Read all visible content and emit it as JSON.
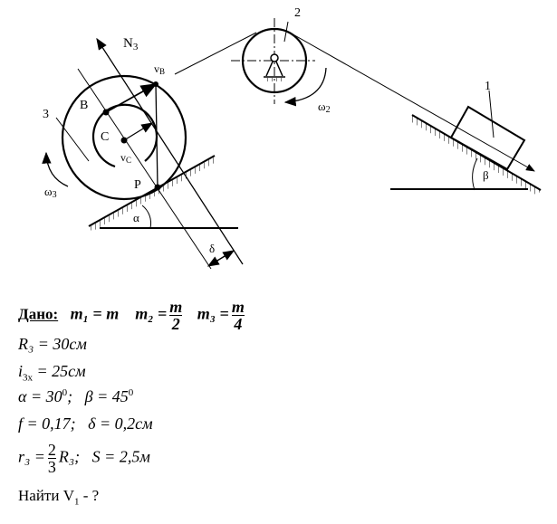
{
  "diagram": {
    "labels": {
      "N3": "N",
      "N3_sub": "3",
      "vB": "v",
      "vB_sub": "B",
      "B": "B",
      "C": "C",
      "vC": "v",
      "vC_sub": "C",
      "P": "P",
      "body3": "3",
      "omega3": "ω",
      "omega3_sub": "3",
      "alpha": "α",
      "delta": "δ",
      "body2": "2",
      "omega2": "ω",
      "omega2_sub": "2",
      "body1": "1",
      "beta": "β"
    }
  },
  "given": {
    "heading": "Дано:",
    "m1": "m₁ = m",
    "m2_lhs": "m₂ =",
    "m2_num": "m",
    "m2_den": "2",
    "m3_lhs": "m₃ =",
    "m3_num": "m",
    "m3_den": "4",
    "R3": "R₃ = 30см",
    "i3x_a": "i",
    "i3x_sub": "3x",
    "i3x_b": " = 25см",
    "alpha": "α = 30",
    "alpha_sup": "0",
    "alpha_tail": ";",
    "beta": "β = 45",
    "beta_sup": "0",
    "f": "f = 0,17;",
    "delta": "δ = 0,2см",
    "r3_lhs": "r₃ =",
    "r3_num": "2",
    "r3_den": "3",
    "r3_rhs": "R₃;",
    "S": "S = 2,5м",
    "find": "Найти V",
    "find_sub": "1",
    "find_tail": " - ?"
  }
}
